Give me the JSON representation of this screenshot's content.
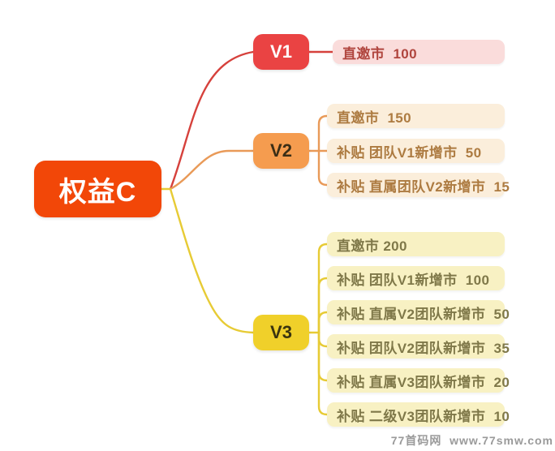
{
  "diagram": {
    "root": {
      "label": "权益C",
      "color": "#f24708",
      "text_color": "#ffffff"
    },
    "branches": [
      {
        "label": "V1",
        "node_color": "#ea4343",
        "node_text_color": "#ffffff",
        "line_color": "#d6413c",
        "leaf_bg": "#fadcdb",
        "leaf_text_color": "#b0453e",
        "leaves": [
          "直邀市  100"
        ]
      },
      {
        "label": "V2",
        "node_color": "#f59c4f",
        "node_text_color": "#3b2e16",
        "line_color": "#e99a58",
        "leaf_bg": "#fbeedb",
        "leaf_text_color": "#ad7b41",
        "leaves": [
          "直邀市  150",
          "补贴 团队V1新增市  50",
          "补贴 直属团队V2新增市  15"
        ]
      },
      {
        "label": "V3",
        "node_color": "#f0d02a",
        "node_text_color": "#3a340f",
        "line_color": "#e7cb35",
        "leaf_bg": "#f8f1c3",
        "leaf_text_color": "#7f7849",
        "leaves": [
          "直邀市 200",
          "补贴 团队V1新增市  100",
          "补贴 直属V2团队新增市  50",
          "补贴 团队V2团队新增市  35",
          "补贴 直属V3团队新增市  20",
          "补贴 二级V3团队新增市  10"
        ]
      }
    ]
  },
  "watermark": "77首码网  www.77smw.com"
}
